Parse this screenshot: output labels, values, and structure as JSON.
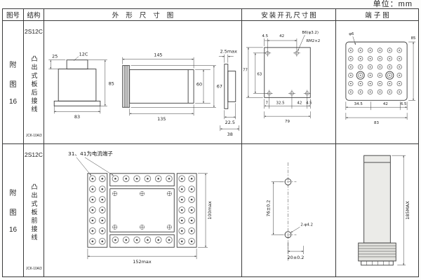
{
  "unit_label": "单位：mm",
  "header": {
    "fig": "图号",
    "structure": "结构",
    "outline": "外形尺寸图",
    "install": "安装开孔尺寸图",
    "terminal": "端子图"
  },
  "rows": [
    {
      "fig": [
        "附",
        "图",
        "16"
      ],
      "model": "2S12C",
      "mounting": "凸出式板后接线",
      "code": "JCK-10A/3",
      "outline": {
        "front_label": "12C",
        "front_top": "25",
        "front_width": "83",
        "front_height": "85",
        "side_top": "145",
        "side_bottom": "135",
        "side_h1": "60",
        "side_h2": "67",
        "end_top": "2.5max",
        "end_w1": "22.5",
        "end_w2": "38"
      },
      "install": {
        "top1": "4.5",
        "top2": "42",
        "hole_note": "B6(φ3.2)",
        "thread_note": "RM2×2",
        "left1": "77",
        "left2": "63",
        "bot1": "7",
        "bot2": "32.5",
        "bot3": "42",
        "bot4": "4.5",
        "bot_total": "79"
      },
      "terminal": {
        "hole": "φ6",
        "bot1": "34.5",
        "bot2": "42",
        "bot3": "6.5",
        "bot_total": "83",
        "side": "85"
      }
    },
    {
      "fig": [
        "附",
        "图",
        "16"
      ],
      "model": "2S12C",
      "mounting": "凸出式板前接线",
      "code": "JCK-10A/3",
      "outline": {
        "note": "31、41为电流端子",
        "width": "152max",
        "height": "100max"
      },
      "install": {
        "pitch": "76±0.2",
        "holes": "2-φ4.2",
        "offset": "20±0.2"
      },
      "terminal": {
        "height": "185MAX"
      }
    }
  ]
}
